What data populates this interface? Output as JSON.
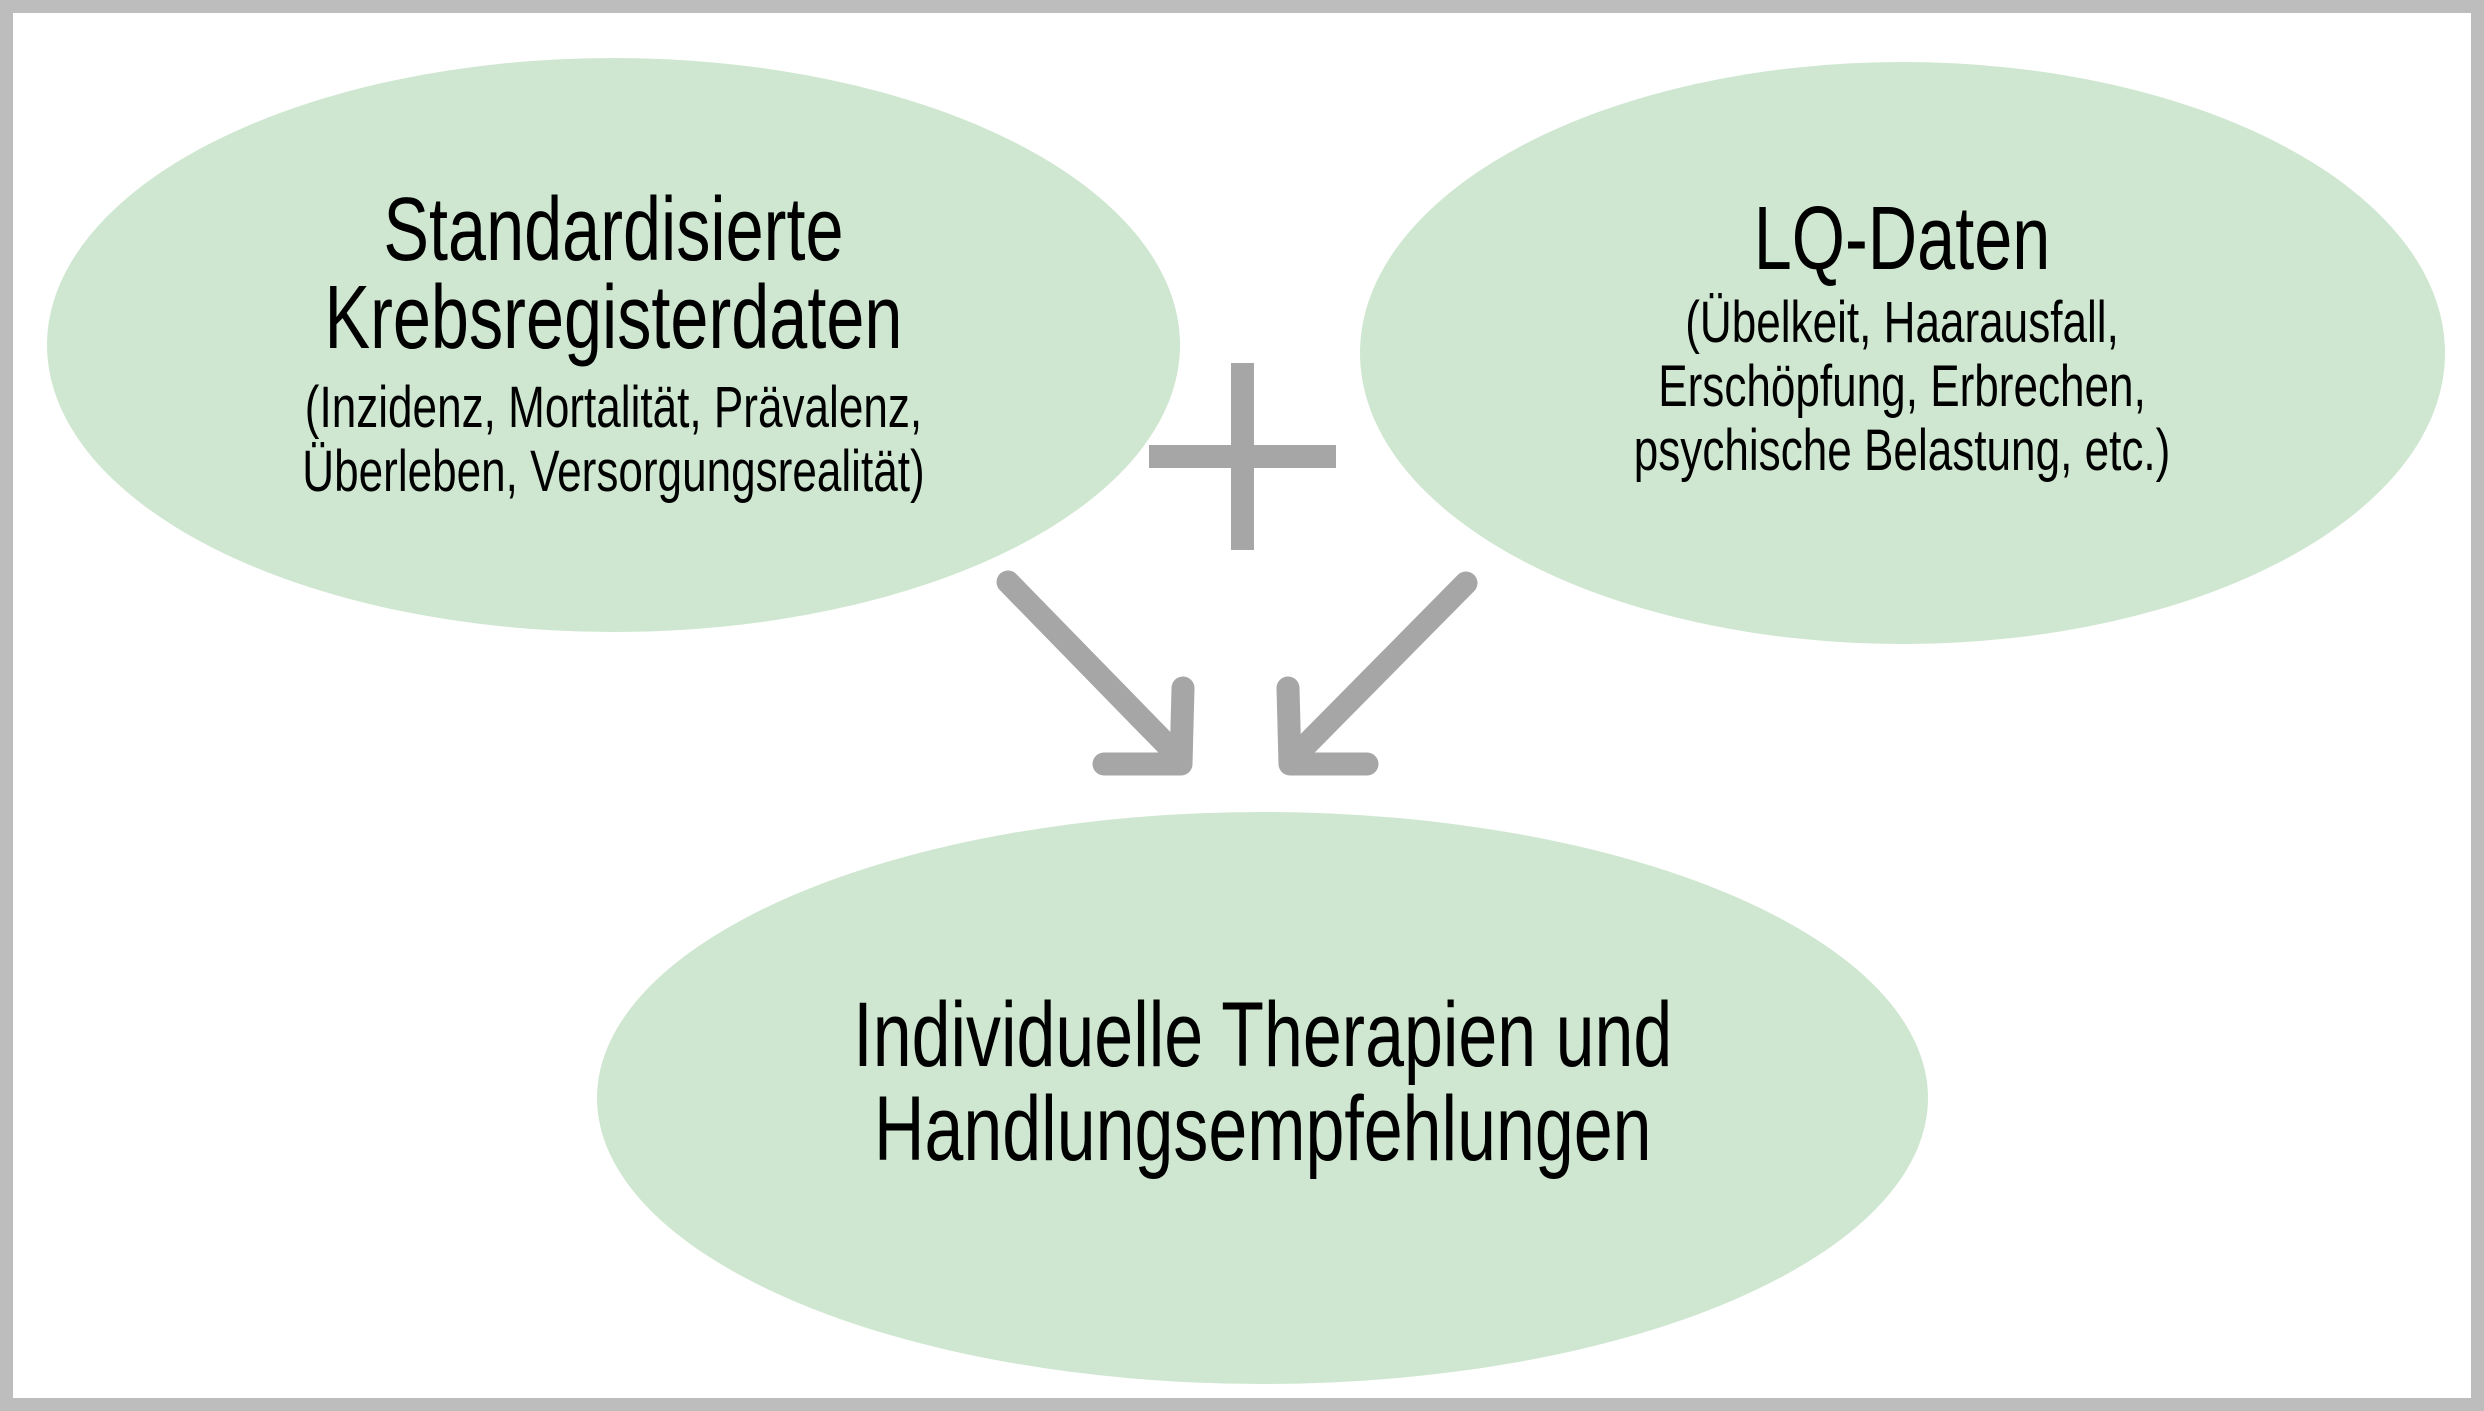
{
  "colors": {
    "ellipse_fill": "#cfe7d0",
    "connector_gray": "#a6a6a6",
    "frame_gray": "#bdbdbd",
    "text": "#000000",
    "background": "#ffffff"
  },
  "nodes": {
    "registry": {
      "title_line1": "Standardisierte",
      "title_line2": "Krebsregisterdaten",
      "sub_line1": "(Inzidenz, Mortalität, Prävalenz,",
      "sub_line2": "Überleben, Versorgungsrealität)"
    },
    "lq": {
      "title_line1": "LQ-Daten",
      "sub_line1": "(Übelkeit, Haarausfall,",
      "sub_line2": "Erschöpfung, Erbrechen,",
      "sub_line3": "psychische Belastung, etc.)"
    },
    "outcome": {
      "title_line1": "Individuelle Therapien und",
      "title_line2": "Handlungsempfehlungen"
    }
  },
  "connectors": {
    "plus_icon": "plus-sign",
    "left_arrow_icon": "arrow-down-right",
    "right_arrow_icon": "arrow-down-left"
  }
}
